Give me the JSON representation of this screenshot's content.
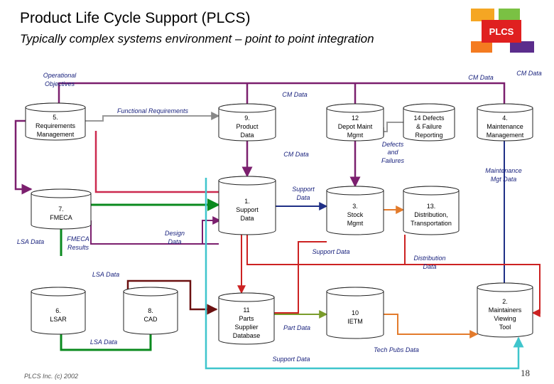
{
  "header": {
    "title": "Product Life Cycle Support (PLCS)",
    "subtitle": "Typically complex systems environment – point to point integration"
  },
  "logo": {
    "text": "PLCS"
  },
  "colors": {
    "cm": "#7b1f6e",
    "maintenance": "#1f2f86",
    "gray": "#888888",
    "green": "#0a8a1e",
    "red": "#cc2222",
    "orange": "#e37b2c",
    "cyan": "#3fc5cc",
    "darkred": "#6b1010",
    "olive": "#7a9c2c"
  },
  "nodes": {
    "n5": [
      "5.",
      "Requirements",
      "Management"
    ],
    "n9": [
      "9.",
      "Product",
      "Data"
    ],
    "n12": [
      "12",
      "Depot Maint",
      "Mgmt"
    ],
    "n14": [
      "14 Defects",
      "& Failure",
      "Reporting"
    ],
    "n4": [
      "4.",
      "Maintenance",
      "Management"
    ],
    "n7": [
      "7.",
      "FMECA"
    ],
    "n1": [
      "1.",
      "Support",
      "Data"
    ],
    "n3": [
      "3.",
      "Stock",
      "Mgmt"
    ],
    "n13": [
      "13.",
      "Distribution,",
      "Transportation"
    ],
    "n6": [
      "6.",
      "LSAR"
    ],
    "n8": [
      "8.",
      "CAD"
    ],
    "n11": [
      "11",
      "Parts",
      "Supplier",
      "Database"
    ],
    "n10": [
      "10",
      "IETM"
    ],
    "n2": [
      "2.",
      "Maintainers",
      "Viewing",
      "Tool"
    ]
  },
  "labels": {
    "operational_objectives": [
      "Operational",
      "Objectives"
    ],
    "cm_data_top_right": "CM Data",
    "cm_data_top_mid": "CM Data",
    "cm_data_row": "CM Data",
    "functional_requirements": "Functional Requirements",
    "cm_data_mid": "CM Data",
    "defects_failures": [
      "Defects",
      "and",
      "Failures"
    ],
    "maintenance_mgt_data": [
      "Maintenance",
      "Mgt Data"
    ],
    "support_data_upper": [
      "Support",
      "Data"
    ],
    "design_data": [
      "Design",
      "Data"
    ],
    "fmeca_results": [
      "FMECA",
      "Results"
    ],
    "lsa_data_left": "LSA Data",
    "support_data_mid": "Support Data",
    "distribution_data": [
      "Distribution",
      "Data"
    ],
    "lsa_data_mid": "LSA Data",
    "part_data": "Part Data",
    "lsa_data_bottom": "LSA Data",
    "tech_pubs_data": "Tech Pubs Data",
    "support_data_bottom": "Support Data"
  },
  "footer": {
    "copyright": "PLCS Inc. (c) 2002",
    "page": "18"
  }
}
